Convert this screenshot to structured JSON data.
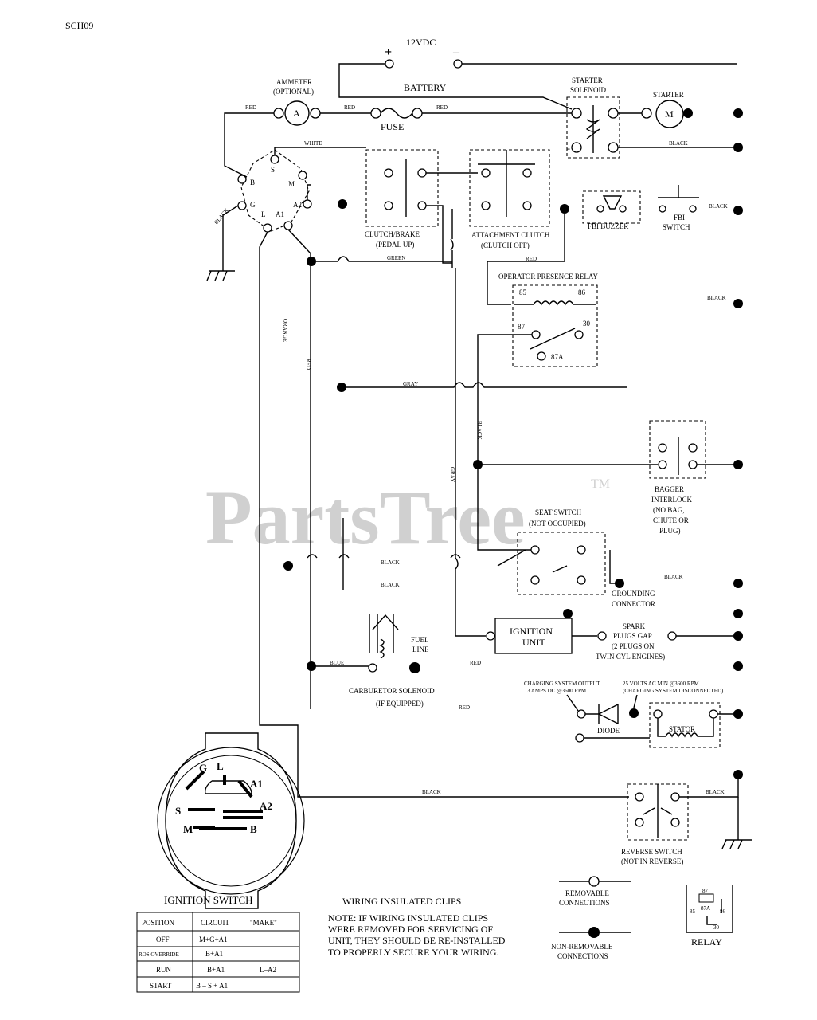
{
  "page": {
    "code": "SCH09",
    "watermark": "PartsTree",
    "watermark_tm": "TM"
  },
  "battery": {
    "voltage": "12VDC",
    "plus": "+",
    "minus": "–",
    "label": "BATTERY"
  },
  "ammeter": {
    "label": "AMMETER",
    "sub": "(OPTIONAL)",
    "symbol": "A"
  },
  "fuse": {
    "label": "FUSE"
  },
  "starter_solenoid": {
    "label1": "STARTER",
    "label2": "SOLENOID"
  },
  "starter": {
    "label": "STARTER",
    "symbol": "M"
  },
  "clutch_brake": {
    "label1": "CLUTCH/BRAKE",
    "label2": "(PEDAL UP)"
  },
  "attachment_clutch": {
    "label1": "ATTACHMENT CLUTCH",
    "label2": "(CLUTCH OFF)"
  },
  "fbi_buzzer": {
    "label": "FBI BUZZER"
  },
  "fbi_switch": {
    "label1": "FBI",
    "label2": "SWITCH"
  },
  "relay_block": {
    "label": "OPERATOR PRESENCE RELAY",
    "pins": [
      "85",
      "86",
      "87",
      "30",
      "87A"
    ]
  },
  "bagger": {
    "lines": [
      "BAGGER",
      "INTERLOCK",
      "(NO BAG,",
      "CHUTE OR",
      "PLUG)"
    ]
  },
  "seat_switch": {
    "label1": "SEAT SWITCH",
    "label2": "(NOT OCCUPIED)"
  },
  "grounding": {
    "label1": "GROUNDING",
    "label2": "CONNECTOR"
  },
  "ignition_unit": {
    "label1": "IGNITION",
    "label2": "UNIT"
  },
  "spark": {
    "lines": [
      "SPARK",
      "PLUGS GAP",
      "(2 PLUGS ON",
      "TWIN CYL ENGINES)"
    ]
  },
  "fuel_line": {
    "label1": "FUEL",
    "label2": "LINE"
  },
  "carburetor": {
    "label1": "CARBURETOR SOLENOID",
    "label2": "(IF EQUIPPED)"
  },
  "charging": {
    "out_label1": "CHARGING SYSTEM OUTPUT",
    "out_label2": "3 AMPS DC @3600 RPM",
    "ac_label1": "25 VOLTS AC MIN @3600 RPM",
    "ac_label2": "(CHARGING SYSTEM DISCONNECTED)",
    "diode": "DIODE",
    "stator": "STATOR"
  },
  "reverse_switch": {
    "label1": "REVERSE SWITCH",
    "label2": "(NOT IN REVERSE)"
  },
  "wire_labels": {
    "red": "RED",
    "white": "WHITE",
    "black": "BLACK",
    "green": "GREEN",
    "orange": "ORANGE",
    "gray": "GRAY",
    "blue": "BLUE"
  },
  "key_switch": {
    "terminals": [
      "S",
      "M",
      "B",
      "G",
      "L",
      "A1",
      "A2"
    ],
    "face_labels": [
      "G",
      "L",
      "A1",
      "S",
      "A2",
      "M",
      "B"
    ],
    "title": "IGNITION SWITCH"
  },
  "table": {
    "headers": [
      "POSITION",
      "CIRCUIT",
      "\"MAKE\""
    ],
    "rows": [
      [
        "OFF",
        "M+G+A1",
        ""
      ],
      [
        "ROS OVERRIDE",
        "B+A1",
        ""
      ],
      [
        "RUN",
        "B+A1",
        "L–A2"
      ],
      [
        "START",
        "B – S + A1",
        ""
      ]
    ]
  },
  "notes": {
    "title": "WIRING INSULATED CLIPS",
    "lines": [
      "NOTE: IF WIRING INSULATED CLIPS",
      "WERE REMOVED FOR SERVICING OF",
      " UNIT, THEY SHOULD BE RE-INSTALLED",
      "TO PROPERLY SECURE YOUR WIRING."
    ]
  },
  "legend": {
    "removable1": "REMOVABLE",
    "removable2": "CONNECTIONS",
    "nonremovable1": "NON-REMOVABLE",
    "nonremovable2": "CONNECTIONS",
    "relay": "RELAY",
    "relay_pins": [
      "87",
      "87A",
      "85",
      "86",
      "30"
    ]
  }
}
